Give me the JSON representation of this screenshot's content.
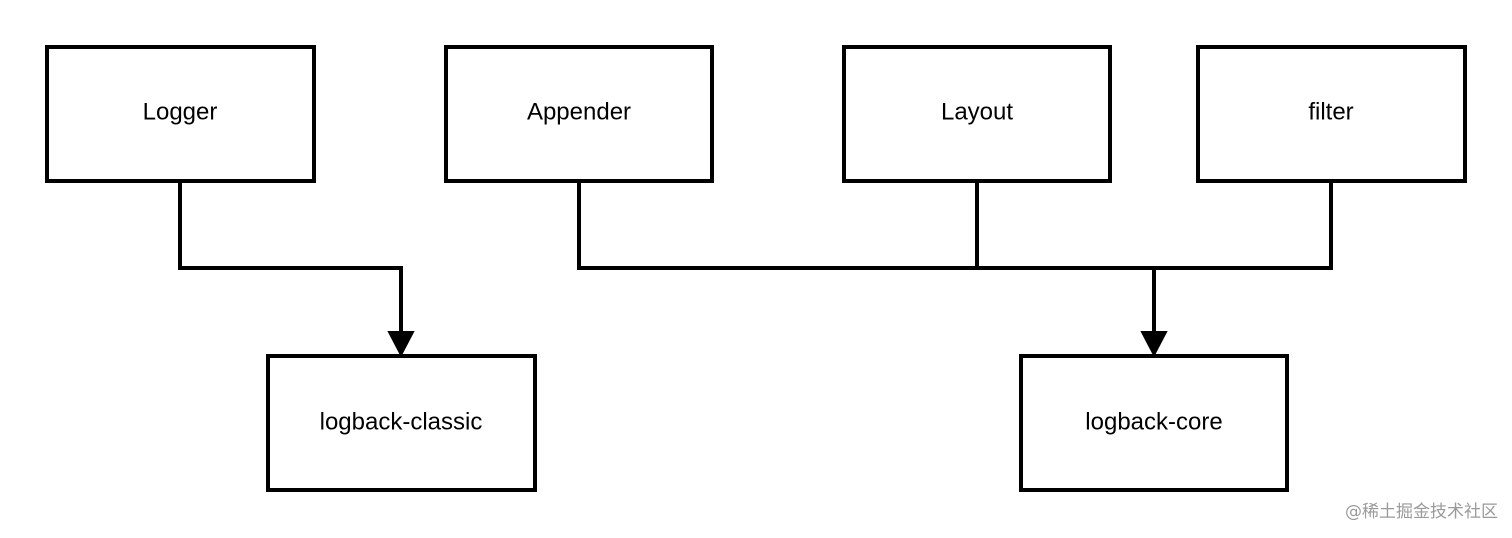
{
  "nodes": {
    "logger": {
      "label": "Logger"
    },
    "appender": {
      "label": "Appender"
    },
    "layout": {
      "label": "Layout"
    },
    "filter": {
      "label": "filter"
    },
    "logback_classic": {
      "label": "logback-classic"
    },
    "logback_core": {
      "label": "logback-core"
    }
  },
  "edges": [
    {
      "from": "Logger",
      "to": "logback-classic"
    },
    {
      "from": "Appender",
      "to": "logback-core"
    },
    {
      "from": "Layout",
      "to": "logback-core"
    },
    {
      "from": "filter",
      "to": "logback-core"
    }
  ],
  "watermark": {
    "text": "@稀土掘金技术社区"
  },
  "colors": {
    "stroke": "#000000",
    "background": "#ffffff",
    "watermark": "#9a9a9a"
  }
}
